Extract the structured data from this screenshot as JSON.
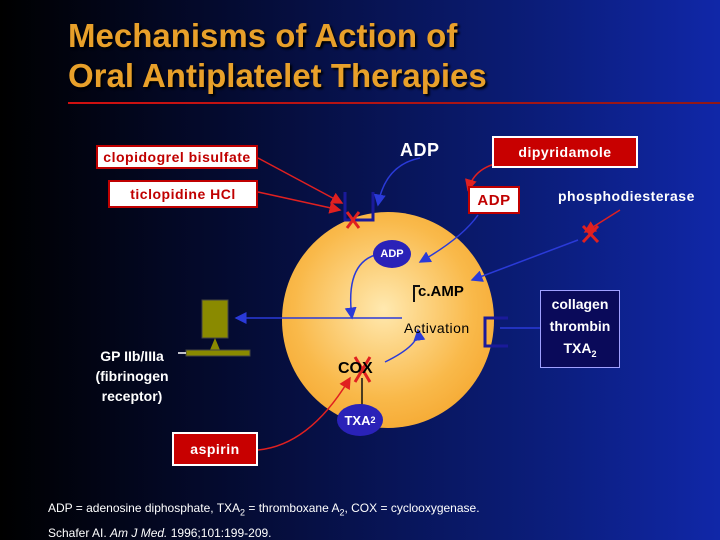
{
  "title": {
    "line1": "Mechanisms of Action of",
    "line2": "Oral Antiplatelet Therapies"
  },
  "boxes": {
    "clopidogrel": "clopidogrel bisulfate",
    "ticlopidine": "ticlopidine HCl",
    "dipyridamole": "dipyridamole",
    "adp_box": "ADP",
    "aspirin": "aspirin"
  },
  "labels": {
    "adp_top": "ADP",
    "phosphodiesterase": "phosphodiesterase",
    "adp_circle": "ADP",
    "camp": "c.AMP",
    "activation": "Activation",
    "cox": "COX",
    "txa": "TXA",
    "sub2": "2",
    "gp_line1": "GP IIb/IIIa",
    "gp_line2": "(fibrinogen",
    "gp_line3": "receptor)",
    "collagen_line1": "collagen",
    "collagen_line2": "thrombin",
    "collagen_line3": "TXA"
  },
  "footer": {
    "abbrev_1": "ADP = adenosine diphosphate, TXA",
    "abbrev_sub": "2",
    "abbrev_2": " = thromboxane A",
    "abbrev_sub2": "2",
    "abbrev_3": ", COX = cyclooxygenase.",
    "citation_author": "Schafer AI. ",
    "citation_journal": "Am J Med.",
    "citation_rest": " 1996;101:199-209."
  },
  "colors": {
    "title": "#e8a02a",
    "accent_red": "#c00000",
    "cell": "#f9b94a",
    "badge": "#2a22b8"
  }
}
